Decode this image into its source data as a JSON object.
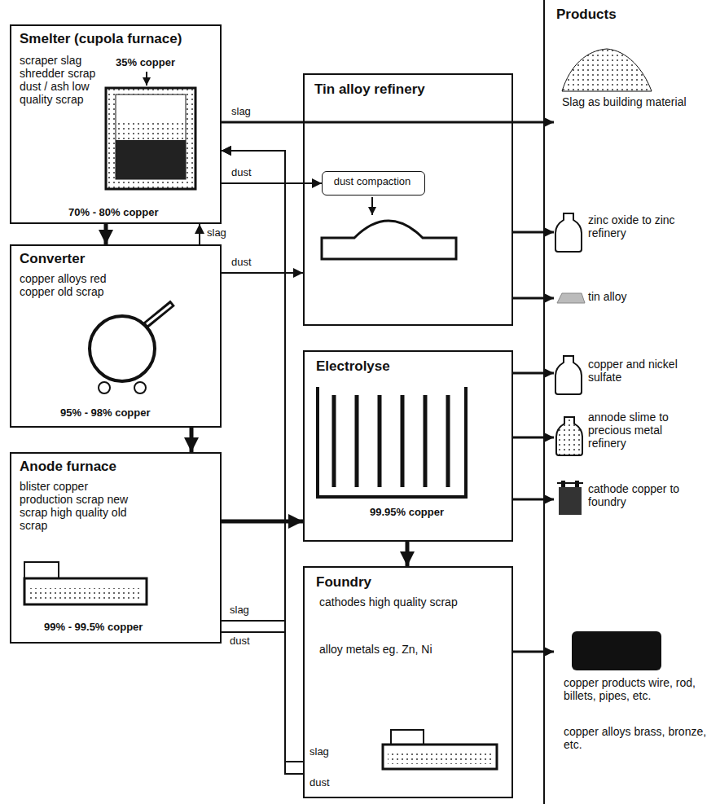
{
  "diagram": {
    "nodes": [
      {
        "text": [
          "Smelter (cupola furnace)",
          "scraper slag shredder scrap dust / ash low quality scrap",
          "35% copper",
          "70% - 80% copper"
        ]
      },
      {
        "text": [
          "Converter",
          "copper alloys red copper old scrap",
          "95% - 98% copper"
        ]
      },
      {
        "text": [
          "Anode furnace",
          "blister copper production scrap new scrap high quality old scrap",
          "99% - 99.5% copper"
        ]
      },
      {
        "text": [
          "Tin alloy refinery"
        ]
      },
      {
        "text": [
          "dust compaction"
        ],
        "in": 3
      },
      {
        "text": [
          "Electrolyse",
          "99.95% copper"
        ]
      },
      {
        "text": [
          "Foundry",
          "cathodes high quality scrap",
          "alloy metals eg. Zn, Ni"
        ]
      },
      {
        "text": [
          "Slag as building material"
        ]
      },
      {
        "text": [
          "zinc oxide to zinc refinery"
        ]
      },
      {
        "text": [
          "tin alloy"
        ]
      },
      {
        "text": [
          "copper and nickel sulfate"
        ]
      },
      {
        "text": [
          "annode slime to precious metal refinery"
        ]
      },
      {
        "text": [
          "cathode copper to foundry"
        ]
      },
      {
        "text": [
          "copper products wire, rod, billets, pipes, etc.",
          "copper alloys brass, bronze, etc."
        ]
      }
    ],
    "edges": [
      {
        "from": 0,
        "to": 7,
        "arrow": "to",
        "label": "slag"
      },
      {
        "from": 0,
        "to": 4,
        "arrow": "to",
        "label": "dust"
      },
      {
        "from": 0,
        "to": 1,
        "arrow": "to"
      },
      {
        "from": 1,
        "to": 0,
        "arrow": "to",
        "label": "slag"
      },
      {
        "from": 1,
        "to": 3,
        "arrow": "to",
        "label": "dust"
      },
      {
        "from": 1,
        "to": 2,
        "arrow": "to"
      },
      {
        "from": 2,
        "to": 5,
        "arrow": "to"
      },
      {
        "from": 2,
        "to": 0,
        "arrow": "to",
        "label": "slag"
      },
      {
        "from": 2,
        "to": 0,
        "arrow": "to",
        "label": "dust"
      },
      {
        "from": 6,
        "to": 0,
        "arrow": "to",
        "label": "slag"
      },
      {
        "from": 6,
        "to": 0,
        "arrow": "to",
        "label": "dust"
      },
      {
        "from": 3,
        "to": 8,
        "arrow": "to"
      },
      {
        "from": 3,
        "to": 9,
        "arrow": "to"
      },
      {
        "from": 5,
        "to": 10,
        "arrow": "to"
      },
      {
        "from": 5,
        "to": 11,
        "arrow": "to"
      },
      {
        "from": 5,
        "to": 12,
        "arrow": "to"
      },
      {
        "from": 5,
        "to": 6,
        "arrow": "to"
      },
      {
        "from": 6,
        "to": 13,
        "arrow": "to"
      }
    ],
    "labels": [
      "Products"
    ]
  }
}
